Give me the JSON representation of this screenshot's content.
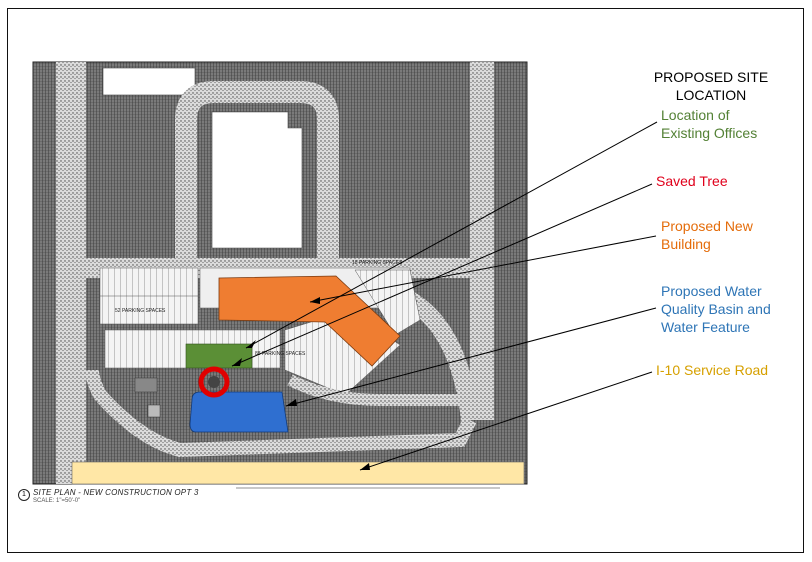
{
  "legend": {
    "title": "PROPOSED SITE\nLOCATION",
    "items": [
      {
        "label": "Location of\nExisting Offices",
        "color": "#538135"
      },
      {
        "label": "Saved Tree",
        "color": "#e0001b"
      },
      {
        "label": "Proposed New\nBuilding",
        "color": "#e46c0a"
      },
      {
        "label": "Proposed Water\nQuality Basin and\nWater Feature",
        "color": "#2e75b6"
      },
      {
        "label": "I-10 Service Road",
        "color": "#d6a000"
      }
    ]
  },
  "caption": {
    "number": "1",
    "text": "SITE PLAN - NEW CONSTRUCTION OPT 3",
    "scale": "SCALE: 1\"=50'-0\""
  },
  "plan_labels": {
    "parking_a": "52 PARKING SPACES",
    "parking_b": "88 PARKING SPACES",
    "parking_c": "18 PARKING SPACES"
  },
  "colors": {
    "existing_offices": "#5b8f36",
    "saved_tree": "#e00000",
    "new_building": "#ef7d31",
    "water_basin": "#2f6fd0",
    "service_road": "#ffe7a6"
  }
}
